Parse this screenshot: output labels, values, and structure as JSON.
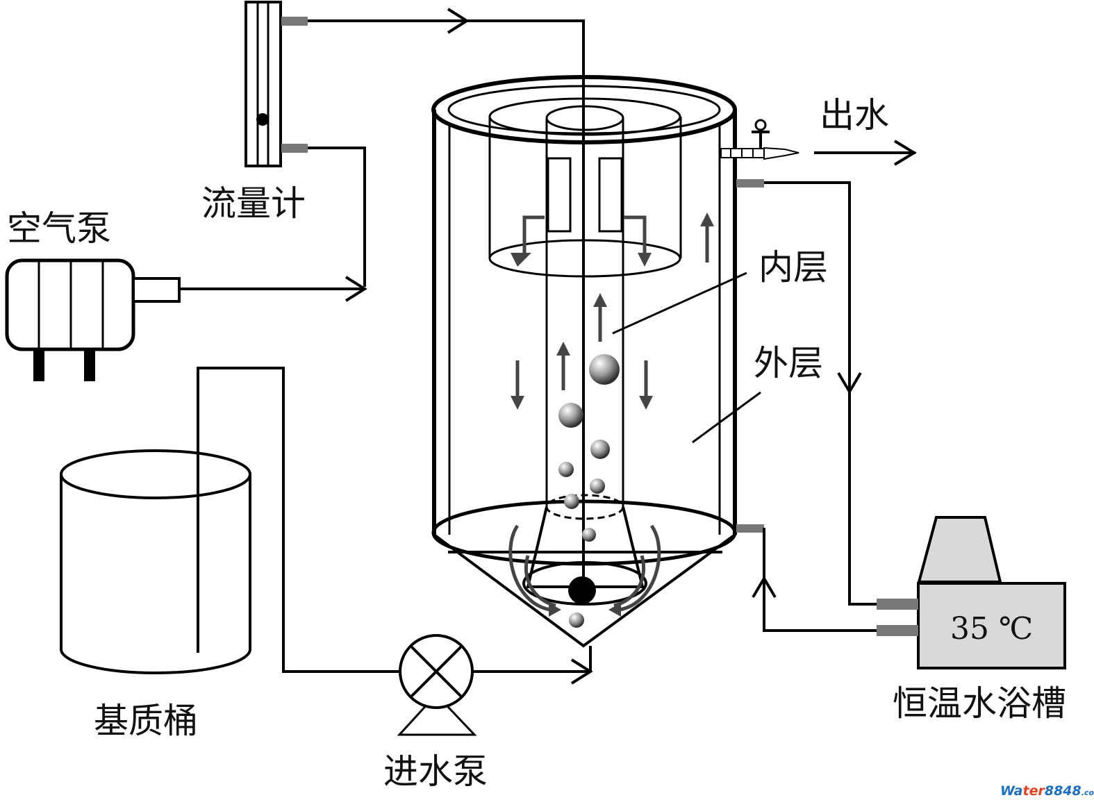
{
  "labels": {
    "flowmeter": "流量计",
    "air_pump": "空气泵",
    "outlet": "出水",
    "inner_layer": "内层",
    "outer_layer": "外层",
    "substrate_tank": "基质桶",
    "feed_pump": "进水泵",
    "water_bath": "恒温水浴槽",
    "bath_temperature": "35 ℃"
  },
  "watermark": {
    "brand_a": "Wa",
    "brand_b": "ter",
    "brand_c": "8848",
    "brand_d": ".com",
    "subtitle": "中 国 水 业 网"
  },
  "colors": {
    "line": "#000000",
    "arrow_gray": "#444444",
    "connector_gray": "#777777",
    "bath_fill": "#d9d9d9",
    "watermark_blue": "#1a6fc4",
    "watermark_red": "#e8401c"
  }
}
